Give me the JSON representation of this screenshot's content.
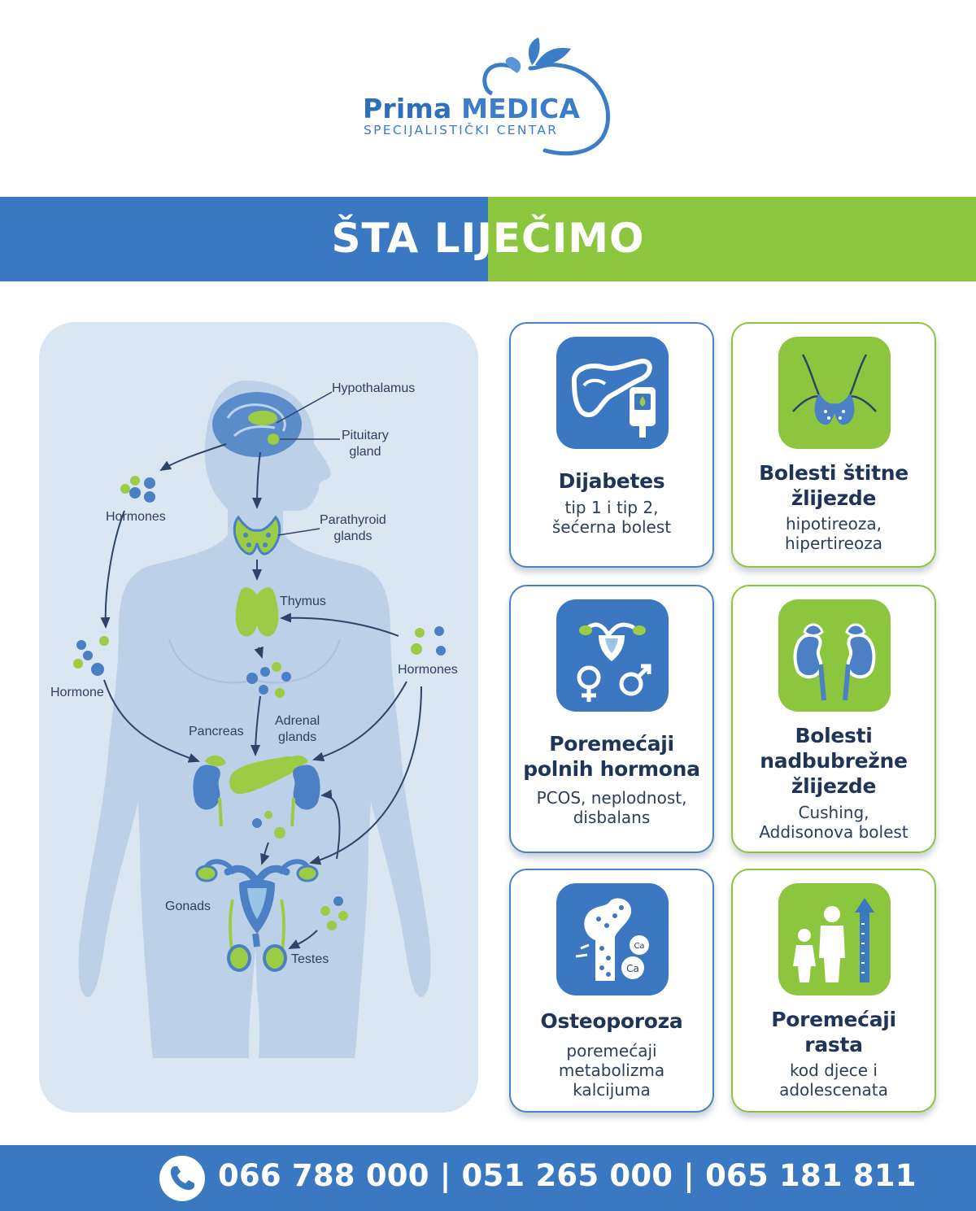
{
  "brand": {
    "name_part1": "Prima",
    "name_part2": "MEDICA",
    "subtitle": "SPECIJALISTIČKI CENTAR",
    "icon": "apple-leaf-logo-icon",
    "color": "#2d6fbc"
  },
  "banner": {
    "title": "ŠTA LIJEČIMO",
    "left_color": "#3a78c2",
    "right_color": "#8cc63f"
  },
  "diagram": {
    "labels": {
      "hypothalamus": "Hypothalamus",
      "pituitary": "Pituitary\ngland",
      "parathyroid": "Parathyroid\nglands",
      "hormones_left": "Hormones",
      "thymus": "Thymus",
      "hormone_left": "Hormone",
      "hormones_right": "Hormones",
      "pancreas": "Pancreas",
      "adrenal": "Adrenal\nglands",
      "gonads": "Gonads",
      "testes": "Testes"
    },
    "colors": {
      "organ_blue": "#4b80c4",
      "organ_green": "#9ccb45",
      "body": "#bcd0e8"
    }
  },
  "cards": [
    {
      "title": "Dijabetes",
      "desc": "tip 1 i tip 2,\nšećerna bolest",
      "icon": "pancreas-glucometer-icon",
      "theme": "blue"
    },
    {
      "title": "Bolesti štitne\nžlijezde",
      "desc": "hipotireoza,\nhipertireoza",
      "icon": "thyroid-neck-icon",
      "theme": "green"
    },
    {
      "title": "Poremećaji\npolnih hormona",
      "desc": "PCOS, neplodnost,\ndisbalans",
      "icon": "uterus-gender-symbols-icon",
      "theme": "blue"
    },
    {
      "title": "Bolesti\nnadbubrežne\nžlijezde",
      "desc": "Cushing,\nAddisonova bolest",
      "icon": "kidneys-adrenal-icon",
      "theme": "green"
    },
    {
      "title": "Osteoporoza",
      "desc": "poremećaji\nmetabolizma\nkalcijuma",
      "icon": "bone-calcium-icon",
      "theme": "blue"
    },
    {
      "title": "Poremećaji\nrasta",
      "desc": "kod djece i\nadolescenata",
      "icon": "children-growth-icon",
      "theme": "green"
    }
  ],
  "calcium_labels": [
    "Ca",
    "Ca"
  ],
  "footer": {
    "phones": "066 788 000 | 051 265 000 | 065 181 811",
    "icon": "phone-icon"
  }
}
